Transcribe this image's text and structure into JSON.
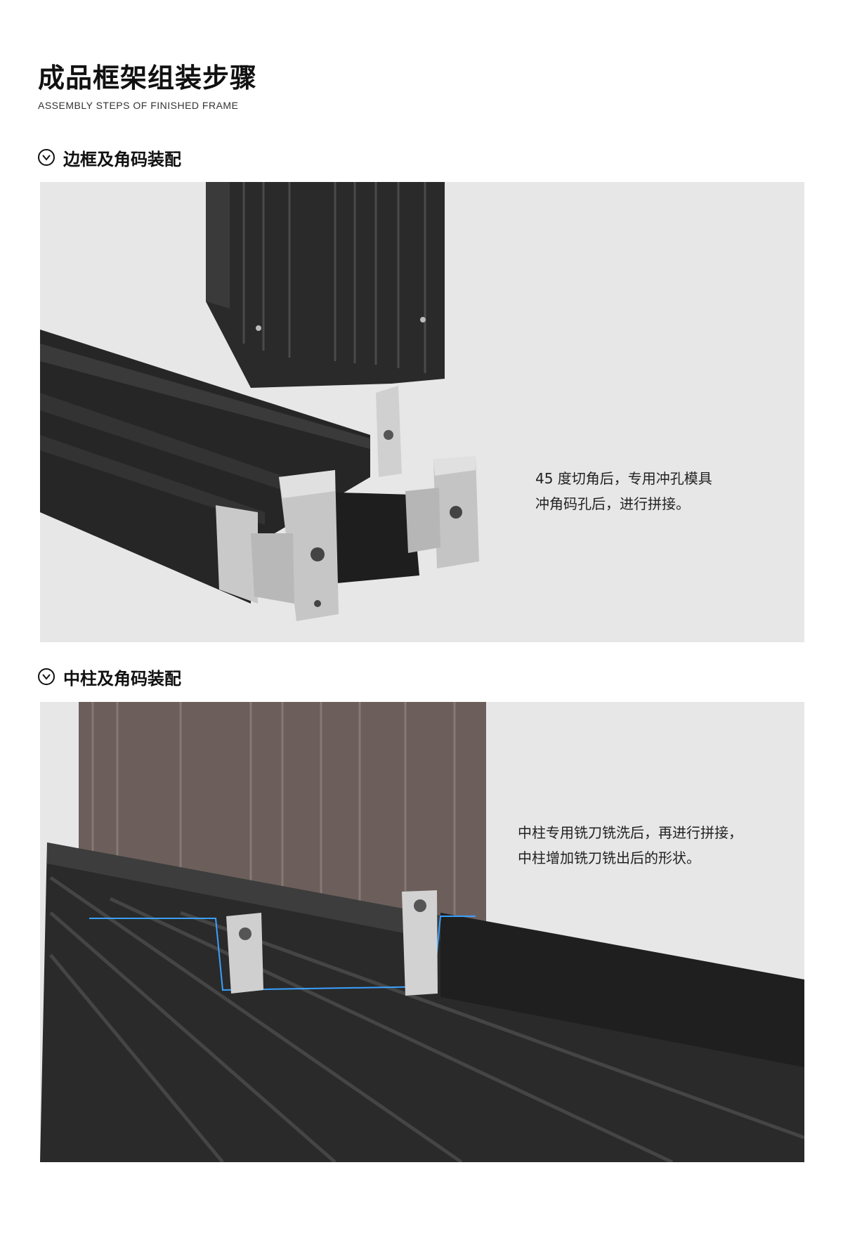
{
  "header": {
    "title": "成品框架组装步骤",
    "subtitle": "ASSEMBLY STEPS OF FINISHED FRAME"
  },
  "sections": [
    {
      "title": "边框及角码装配",
      "icon": "chevron-down-circle-icon",
      "description": [
        "45 度切角后，专用冲孔模具",
        "冲角码孔后，进行拼接。"
      ]
    },
    {
      "title": "中柱及角码装配",
      "icon": "chevron-down-circle-icon",
      "description": [
        "中柱专用铣刀铣洗后，再进行拼接，",
        "中柱增加铣刀铣出后的形状。"
      ]
    }
  ],
  "colors": {
    "panel_background": "#e7e7e7",
    "profile_dark": "#2b2b2b",
    "profile_brown": "#6a5d59",
    "corner_bracket": "#c8c8c8",
    "highlight_line": "#3aa0ff"
  }
}
